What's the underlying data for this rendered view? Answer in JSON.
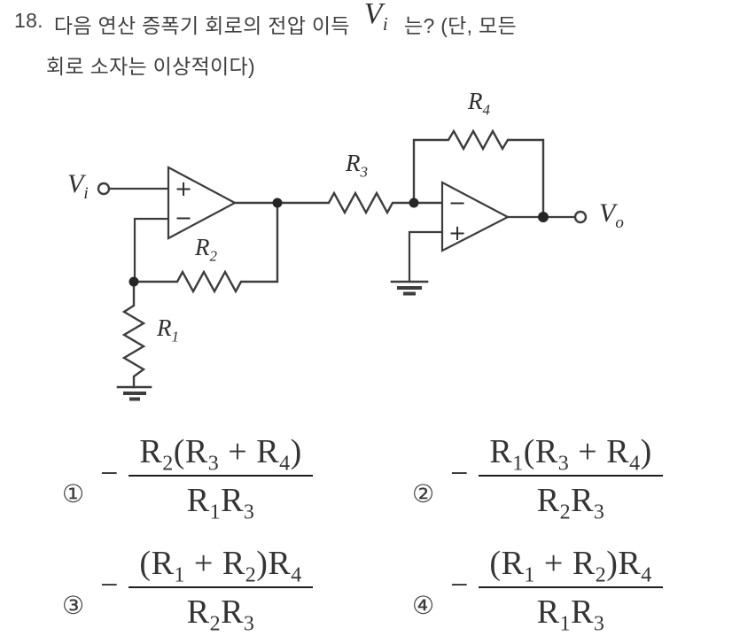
{
  "question": {
    "number": "18.",
    "text_before_gain": "다음 연산 증폭기 회로의 전압 이득",
    "gain_symbol": "V_i",
    "text_after_gain": "는? (단, 모든",
    "line2": "회로 소자는 이상적이다)"
  },
  "circuit": {
    "input_label": "V_i",
    "output_label": "V_o",
    "resistors": {
      "r1": "R_1",
      "r2": "R_2",
      "r3": "R_3",
      "r4": "R_4"
    },
    "opamp1": {
      "top_input": "+",
      "bottom_input": "−"
    },
    "opamp2": {
      "top_input": "−",
      "bottom_input": "+"
    }
  },
  "choices": [
    {
      "marker": "①",
      "sign": "−",
      "numerator": "R_2(R_3 + R_4)",
      "denominator": "R_1R_3"
    },
    {
      "marker": "②",
      "sign": "−",
      "numerator": "R_1(R_3 + R_4)",
      "denominator": "R_2R_3"
    },
    {
      "marker": "③",
      "sign": "−",
      "numerator": "(R_1 + R_2)R_4",
      "denominator": "R_2R_3"
    },
    {
      "marker": "④",
      "sign": "−",
      "numerator": "(R_1 + R_2)R_4",
      "denominator": "R_1R_3"
    }
  ],
  "colors": {
    "background": "#ffffff",
    "text": "#3f3f3f",
    "line": "#3d3d3d"
  }
}
